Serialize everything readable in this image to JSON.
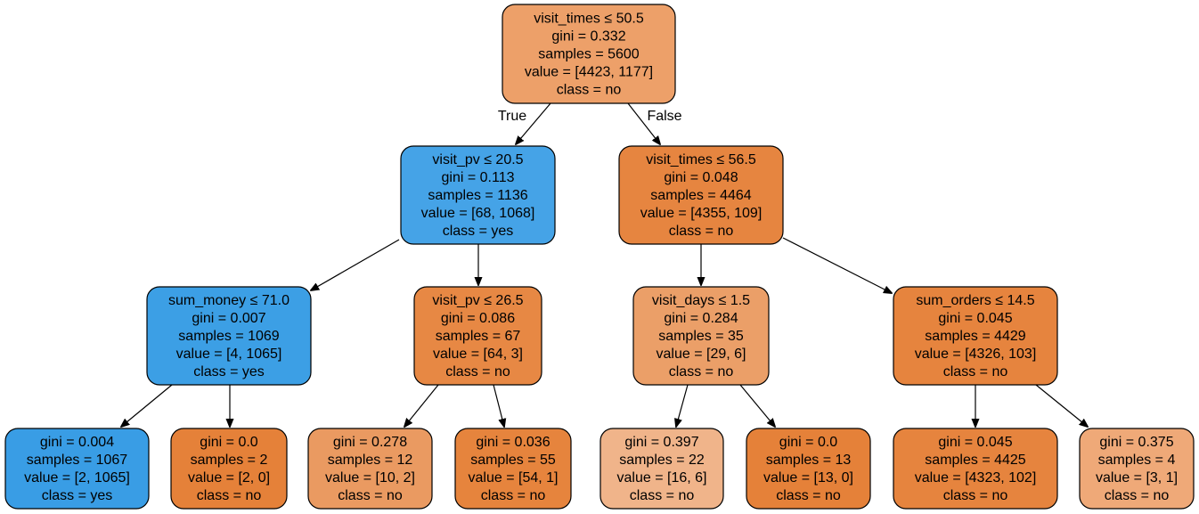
{
  "tree": {
    "nodes": [
      {
        "id": "n0",
        "fill": "#eda069",
        "lines": [
          "visit_times ≤ 50.5",
          "gini = 0.332",
          "samples = 5600",
          "value = [4423, 1177]",
          "class = no"
        ]
      },
      {
        "id": "n1",
        "fill": "#45a3e7",
        "lines": [
          "visit_pv ≤ 20.5",
          "gini = 0.113",
          "samples = 1136",
          "value = [68, 1068]",
          "class = yes"
        ]
      },
      {
        "id": "n2",
        "fill": "#e68540",
        "lines": [
          "visit_times ≤ 56.5",
          "gini = 0.048",
          "samples = 4464",
          "value = [4355, 109]",
          "class = no"
        ]
      },
      {
        "id": "n3",
        "fill": "#3c9fe5",
        "lines": [
          "sum_money ≤ 71.0",
          "gini = 0.007",
          "samples = 1069",
          "value = [4, 1065]",
          "class = yes"
        ]
      },
      {
        "id": "n4",
        "fill": "#e78844",
        "lines": [
          "visit_pv ≤ 26.5",
          "gini = 0.086",
          "samples = 67",
          "value = [64, 3]",
          "class = no"
        ]
      },
      {
        "id": "n5",
        "fill": "#eb9f68",
        "lines": [
          "visit_days ≤ 1.5",
          "gini = 0.284",
          "samples = 35",
          "value = [29, 6]",
          "class = no"
        ]
      },
      {
        "id": "n6",
        "fill": "#e6843e",
        "lines": [
          "sum_orders ≤ 14.5",
          "gini = 0.045",
          "samples = 4429",
          "value = [4326, 103]",
          "class = no"
        ]
      },
      {
        "id": "n7",
        "fill": "#399de5",
        "lines": [
          "gini = 0.004",
          "samples = 1067",
          "value = [2, 1065]",
          "class = yes"
        ]
      },
      {
        "id": "n8",
        "fill": "#e58139",
        "lines": [
          "gini = 0.0",
          "samples = 2",
          "value = [2, 0]",
          "class = no"
        ]
      },
      {
        "id": "n9",
        "fill": "#ea9a61",
        "lines": [
          "gini = 0.278",
          "samples = 12",
          "value = [10, 2]",
          "class = no"
        ]
      },
      {
        "id": "n10",
        "fill": "#e6843d",
        "lines": [
          "gini = 0.036",
          "samples = 55",
          "value = [54, 1]",
          "class = no"
        ]
      },
      {
        "id": "n11",
        "fill": "#f0b48a",
        "lines": [
          "gini = 0.397",
          "samples = 22",
          "value = [16, 6]",
          "class = no"
        ]
      },
      {
        "id": "n12",
        "fill": "#e58139",
        "lines": [
          "gini = 0.0",
          "samples = 13",
          "value = [13, 0]",
          "class = no"
        ]
      },
      {
        "id": "n13",
        "fill": "#e6843e",
        "lines": [
          "gini = 0.045",
          "samples = 4425",
          "value = [4323, 102]",
          "class = no"
        ]
      },
      {
        "id": "n14",
        "fill": "#efa978",
        "lines": [
          "gini = 0.375",
          "samples = 4",
          "value = [3, 1]",
          "class = no"
        ]
      }
    ],
    "edges": [
      {
        "from": "n0",
        "to": "n1",
        "label": "True"
      },
      {
        "from": "n0",
        "to": "n2",
        "label": "False"
      },
      {
        "from": "n1",
        "to": "n3",
        "label": ""
      },
      {
        "from": "n1",
        "to": "n4",
        "label": ""
      },
      {
        "from": "n2",
        "to": "n5",
        "label": ""
      },
      {
        "from": "n2",
        "to": "n6",
        "label": ""
      },
      {
        "from": "n3",
        "to": "n7",
        "label": ""
      },
      {
        "from": "n3",
        "to": "n8",
        "label": ""
      },
      {
        "from": "n4",
        "to": "n9",
        "label": ""
      },
      {
        "from": "n4",
        "to": "n10",
        "label": ""
      },
      {
        "from": "n5",
        "to": "n11",
        "label": ""
      },
      {
        "from": "n5",
        "to": "n12",
        "label": ""
      },
      {
        "from": "n6",
        "to": "n13",
        "label": ""
      },
      {
        "from": "n6",
        "to": "n14",
        "label": ""
      }
    ]
  }
}
